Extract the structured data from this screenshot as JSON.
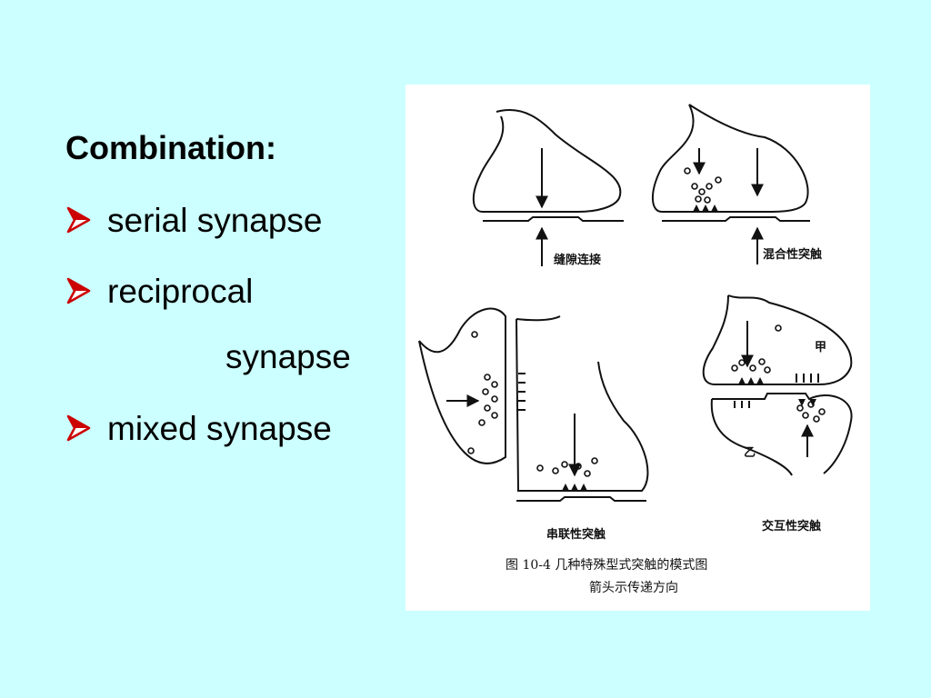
{
  "slide": {
    "title": "Combination:",
    "bullets": [
      {
        "text": "serial synapse"
      },
      {
        "text": "reciprocal"
      },
      {
        "text": "mixed synapse"
      }
    ],
    "bullet_continuation": "synapse",
    "bullet_icon": "arrow-bullet-icon",
    "bullet_color": "#cc0000",
    "background": "#ccffff"
  },
  "figure": {
    "labels": {
      "gap_junction": "缝隙连接",
      "mixed_synapse": "混合性突触",
      "serial_synapse": "串联性突触",
      "reciprocal_synapse": "交互性突触",
      "jia": "甲",
      "yi": "乙"
    },
    "caption_line1": "图 10-4    几种特殊型式突触的模式图",
    "caption_line2": "箭头示传递方向"
  }
}
